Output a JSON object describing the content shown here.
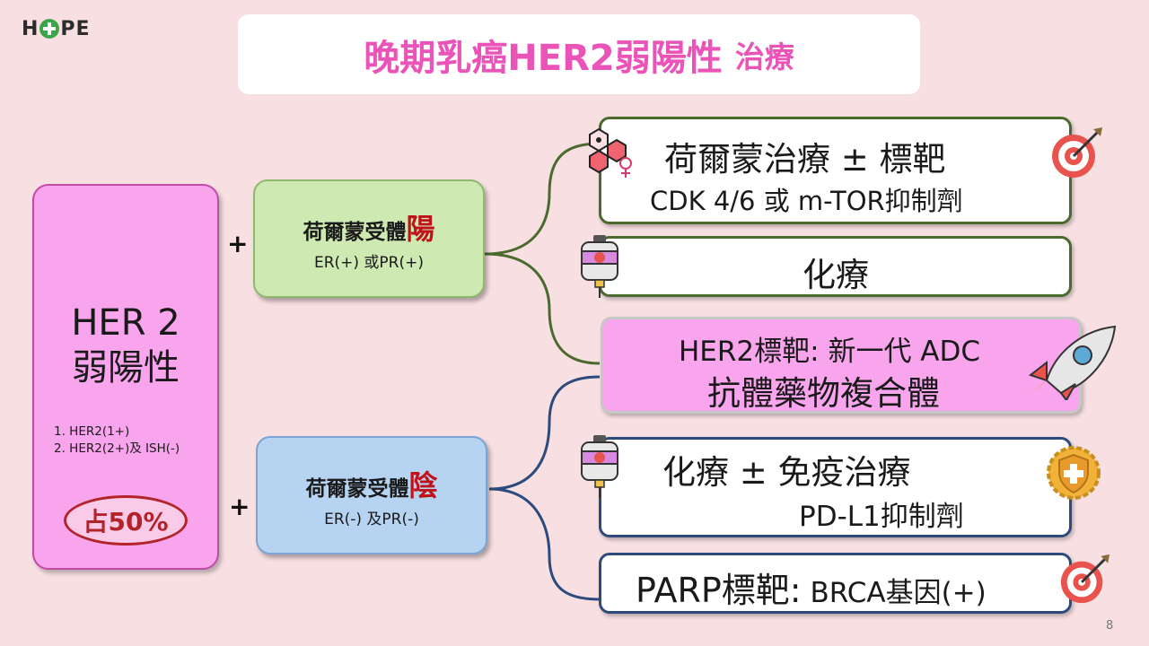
{
  "logo": {
    "part1": "H",
    "part2": "PE"
  },
  "title": {
    "main": "晚期乳癌HER2弱陽性",
    "sub": "治療"
  },
  "her2_box": {
    "title_line1": "HER 2",
    "title_line2": "弱陽性",
    "criteria": [
      "1. HER2(1+)",
      "2. HER2(2+)及 ISH(-)"
    ],
    "percentage": "占50%"
  },
  "plus_sign": "+",
  "receptor_positive": {
    "label": "荷爾蒙受體",
    "highlight": "陽",
    "sub": "ER(+) 或PR(+)"
  },
  "receptor_negative": {
    "label": "荷爾蒙受體",
    "highlight": "陰",
    "sub": "ER(-) 及PR(-)"
  },
  "treatments": {
    "hormone": {
      "line1": "荷爾蒙治療 ± 標靶",
      "line2": "CDK 4/6 或 m-TOR抑制劑",
      "icons": [
        "hormone-molecule-icon",
        "target-icon"
      ]
    },
    "chemo": {
      "line1": "化療",
      "icon": "iv-bag-icon"
    },
    "her2_adc": {
      "line1": "HER2標靶: 新一代 ADC",
      "line2": "抗體藥物複合體",
      "icon": "rocket-icon"
    },
    "chemo_immuno": {
      "line1": "化療 ± 免疫治療",
      "line2": "PD-L1抑制劑",
      "icons": [
        "iv-bag-icon",
        "shield-icon"
      ]
    },
    "parp": {
      "line1_bold": "PARP標靶:",
      "line1_rest": " BRCA基因(+)",
      "icon": "target-icon"
    }
  },
  "colors": {
    "positive_branch": "#4a6a2e",
    "negative_branch": "#2c4a7c",
    "title": "#ea53b8",
    "highlight": "#c0121b"
  },
  "page_number": "8"
}
